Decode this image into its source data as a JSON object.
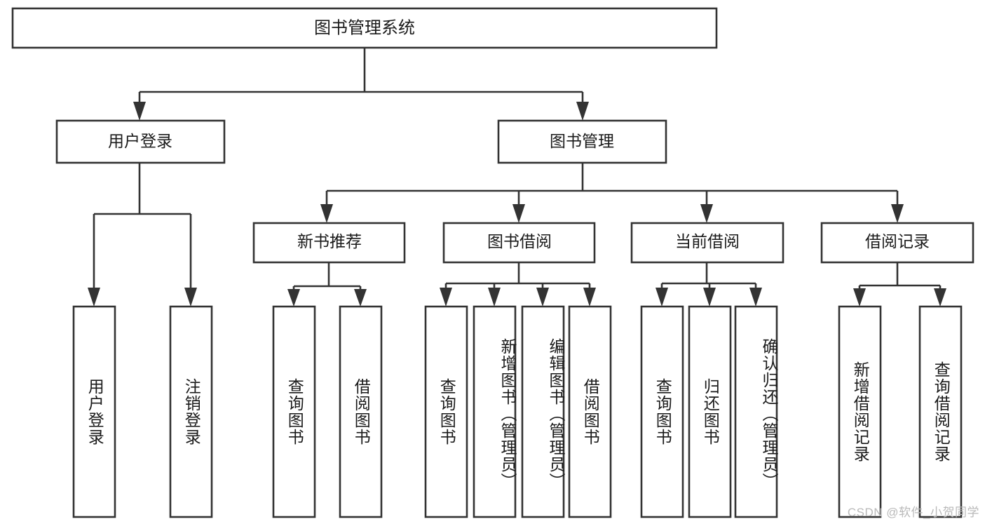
{
  "diagram": {
    "type": "tree-hierarchy",
    "title_node": {
      "label": "图书管理系统"
    },
    "level2": [
      {
        "id": "user-login",
        "label": "用户登录"
      },
      {
        "id": "book-management",
        "label": "图书管理"
      }
    ],
    "level3": [
      {
        "id": "new-book-recommend",
        "label": "新书推荐",
        "parent": "book-management"
      },
      {
        "id": "book-borrow",
        "label": "图书借阅",
        "parent": "book-management"
      },
      {
        "id": "current-borrow",
        "label": "当前借阅",
        "parent": "book-management"
      },
      {
        "id": "borrow-record",
        "label": "借阅记录",
        "parent": "book-management"
      }
    ],
    "leaves": [
      {
        "id": "leaf-user-login",
        "label": "用户登录",
        "parent": "user-login"
      },
      {
        "id": "leaf-logout-login",
        "label": "注销登录",
        "parent": "user-login"
      },
      {
        "id": "leaf-query-book-1",
        "label": "查询图书",
        "parent": "new-book-recommend"
      },
      {
        "id": "leaf-borrow-book-1",
        "label": "借阅图书",
        "parent": "new-book-recommend"
      },
      {
        "id": "leaf-query-book-2",
        "label": "查询图书",
        "parent": "book-borrow"
      },
      {
        "id": "leaf-add-book",
        "label": "新增图书（管理员）",
        "parent": "book-borrow"
      },
      {
        "id": "leaf-edit-book",
        "label": "编辑图书（管理员）",
        "parent": "book-borrow"
      },
      {
        "id": "leaf-borrow-book-2",
        "label": "借阅图书",
        "parent": "book-borrow"
      },
      {
        "id": "leaf-query-book-3",
        "label": "查询图书",
        "parent": "current-borrow"
      },
      {
        "id": "leaf-return-book",
        "label": "归还图书",
        "parent": "current-borrow"
      },
      {
        "id": "leaf-confirm-return",
        "label": "确认归还（管理员）",
        "parent": "current-borrow"
      },
      {
        "id": "leaf-add-record",
        "label": "新增借阅记录",
        "parent": "borrow-record"
      },
      {
        "id": "leaf-query-record",
        "label": "查询借阅记录",
        "parent": "borrow-record"
      }
    ],
    "colors": {
      "stroke": "#333333",
      "fill": "#ffffff",
      "text": "#1a1a1a",
      "watermark": "#b9b9b9",
      "background": "#ffffff"
    }
  },
  "watermark": {
    "text": "CSDN @软件_小贺同学"
  }
}
